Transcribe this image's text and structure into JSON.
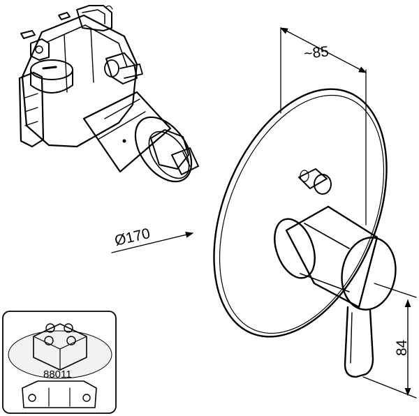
{
  "dimensions": {
    "depth": "~85",
    "cover_diameter": "Ø170",
    "lever_height": "84"
  },
  "inset": {
    "part_number": "88011"
  },
  "colors": {
    "line": "#000000",
    "background": "#ffffff",
    "inset_shade": "#f2f2f2"
  }
}
